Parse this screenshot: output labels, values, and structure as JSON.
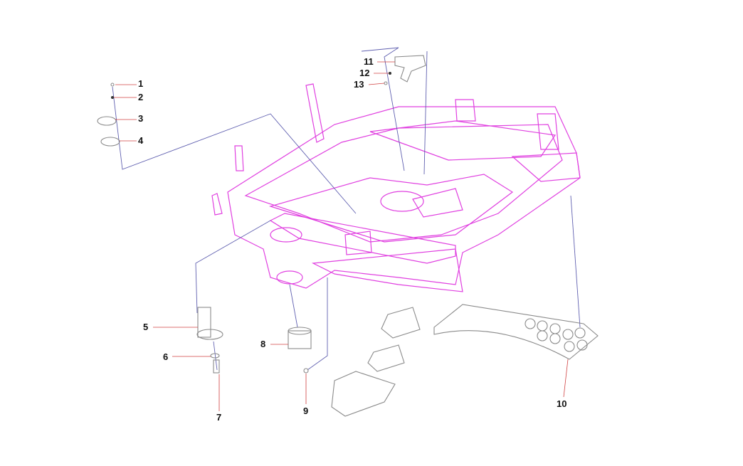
{
  "diagram": {
    "colors": {
      "frame": "#e040e0",
      "parts": "#8a8a8a",
      "leader": "#6060b0",
      "callout_line": "#d04040"
    },
    "callouts": [
      {
        "id": "1"
      },
      {
        "id": "2"
      },
      {
        "id": "3"
      },
      {
        "id": "4"
      },
      {
        "id": "5"
      },
      {
        "id": "6"
      },
      {
        "id": "7"
      },
      {
        "id": "8"
      },
      {
        "id": "9"
      },
      {
        "id": "10"
      },
      {
        "id": "11"
      },
      {
        "id": "12"
      },
      {
        "id": "13"
      }
    ]
  }
}
